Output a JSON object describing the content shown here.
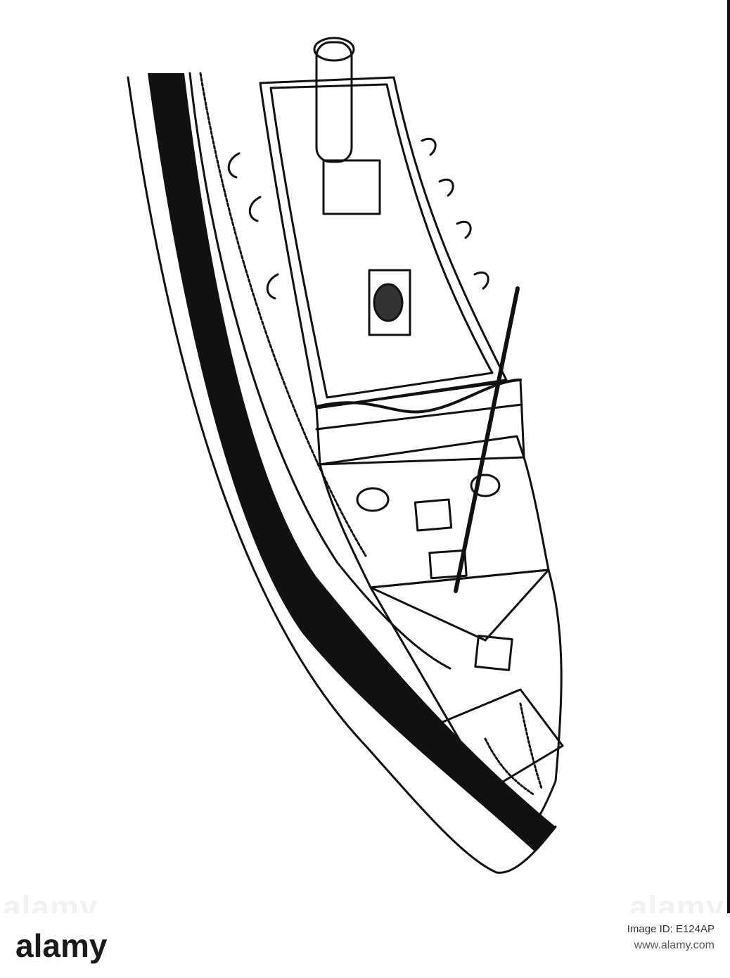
{
  "watermark": {
    "text_left": "alamy",
    "text_right": "alamy"
  },
  "footer": {
    "logo_text": "alamy",
    "image_id_label": "Image ID: E124AP",
    "site": "www.alamy.com"
  },
  "colors": {
    "ink": "#111111",
    "paper": "#ffffff",
    "footer_text": "#333333"
  }
}
